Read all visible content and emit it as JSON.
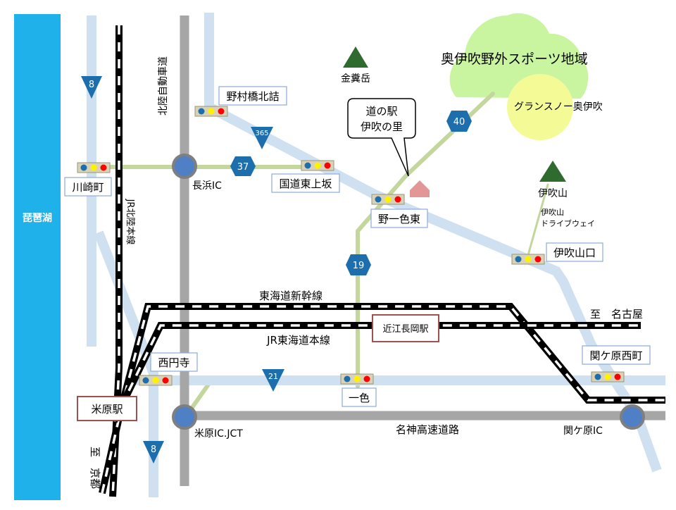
{
  "lake": {
    "name": "琵琶湖"
  },
  "railways": {
    "hokuriku_line": "JR北陸本線",
    "shinkansen": "東海道新幹線",
    "tokaido_line": "JR東海道本線"
  },
  "expressways": {
    "hokuriku_expressway": "北陸自動車道",
    "meishin_expressway": "名神高速道路"
  },
  "interchanges": {
    "nagahama": "長浜IC",
    "maibara": "米原IC.JCT",
    "sekigahara": "関ケ原IC"
  },
  "route_shields": {
    "r8_north": "8",
    "r8_south": "8",
    "r365": "365",
    "r37": "37",
    "r40": "40",
    "r19": "19",
    "r21": "21"
  },
  "signals": {
    "kawasakicho": "川崎町",
    "nomurabashi_kitazume": "野村橋北詰",
    "kokudo_higashi_uesaka": "国道東上坂",
    "noisshiki_higashi": "野一色東",
    "ibukiyamaguchi": "伊吹山口",
    "saienji": "西円寺",
    "isshiki": "一色",
    "sekigahara_nishimachi": "関ケ原西町"
  },
  "stations": {
    "maibara": "米原駅",
    "omi_nagaoka": "近江長岡駅"
  },
  "mountains": {
    "kinkeidake": "金糞岳",
    "ibukiyama": "伊吹山"
  },
  "michi_no_eki": {
    "line1": "道の駅",
    "line2": "伊吹の里"
  },
  "sports_area": {
    "title": "奥伊吹野外スポーツ地域",
    "resort": "グランスノー奥伊吹"
  },
  "ibuki_driveway": {
    "line1": "伊吹山",
    "line2": "ドライブウェイ"
  },
  "destinations": {
    "nagoya": "至　名古屋",
    "kyoto": "至　京都"
  },
  "colors": {
    "lake": "#1eb1ea",
    "national_road": "#cfe0f1",
    "prefectural_road": "#c3d79c",
    "expressway": "#a6a6a6",
    "interchange": "#4f7fc5",
    "shield": "#1c6ead",
    "summit": "#2f6a2f",
    "sports_green": "#c9f5a0",
    "resort_yellow": "#f4fb96",
    "station_border": "#a0504e",
    "michi_marker": "#e39696"
  }
}
